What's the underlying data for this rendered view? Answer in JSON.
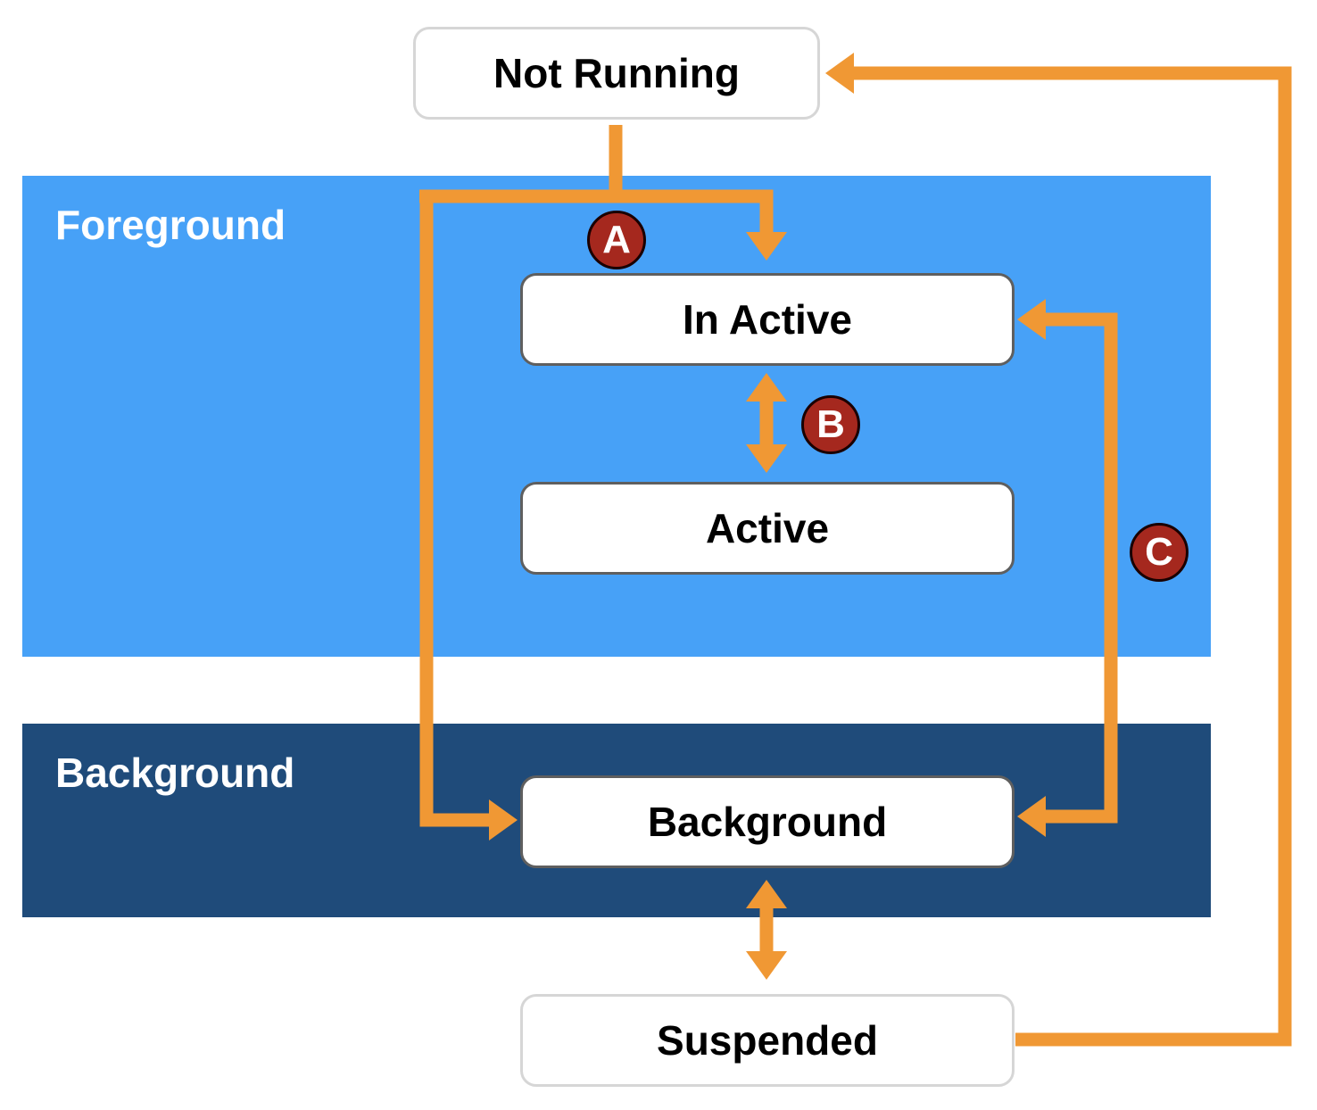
{
  "colors": {
    "foreground_region": "#47a1f7",
    "background_region": "#1f4b7a",
    "arrow": "#f09834",
    "badge": "#a5281e"
  },
  "regions": {
    "foreground": {
      "title": "Foreground"
    },
    "background": {
      "title": "Background"
    }
  },
  "states": {
    "not_running": "Not Running",
    "in_active": "In Active",
    "active": "Active",
    "background": "Background",
    "suspended": "Suspended"
  },
  "badges": {
    "a": "A",
    "b": "B",
    "c": "C"
  },
  "transitions": [
    {
      "badge": "A",
      "from": "Not Running",
      "to": [
        "In Active",
        "Background"
      ]
    },
    {
      "badge": "B",
      "from": "In Active",
      "to": "Active",
      "bidirectional": true
    },
    {
      "badge": "C",
      "from": "Background",
      "to": "In Active",
      "bidirectional": true
    },
    {
      "from": "Background",
      "to": "Suspended",
      "bidirectional": true
    },
    {
      "from": "Suspended",
      "to": "Not Running"
    }
  ]
}
